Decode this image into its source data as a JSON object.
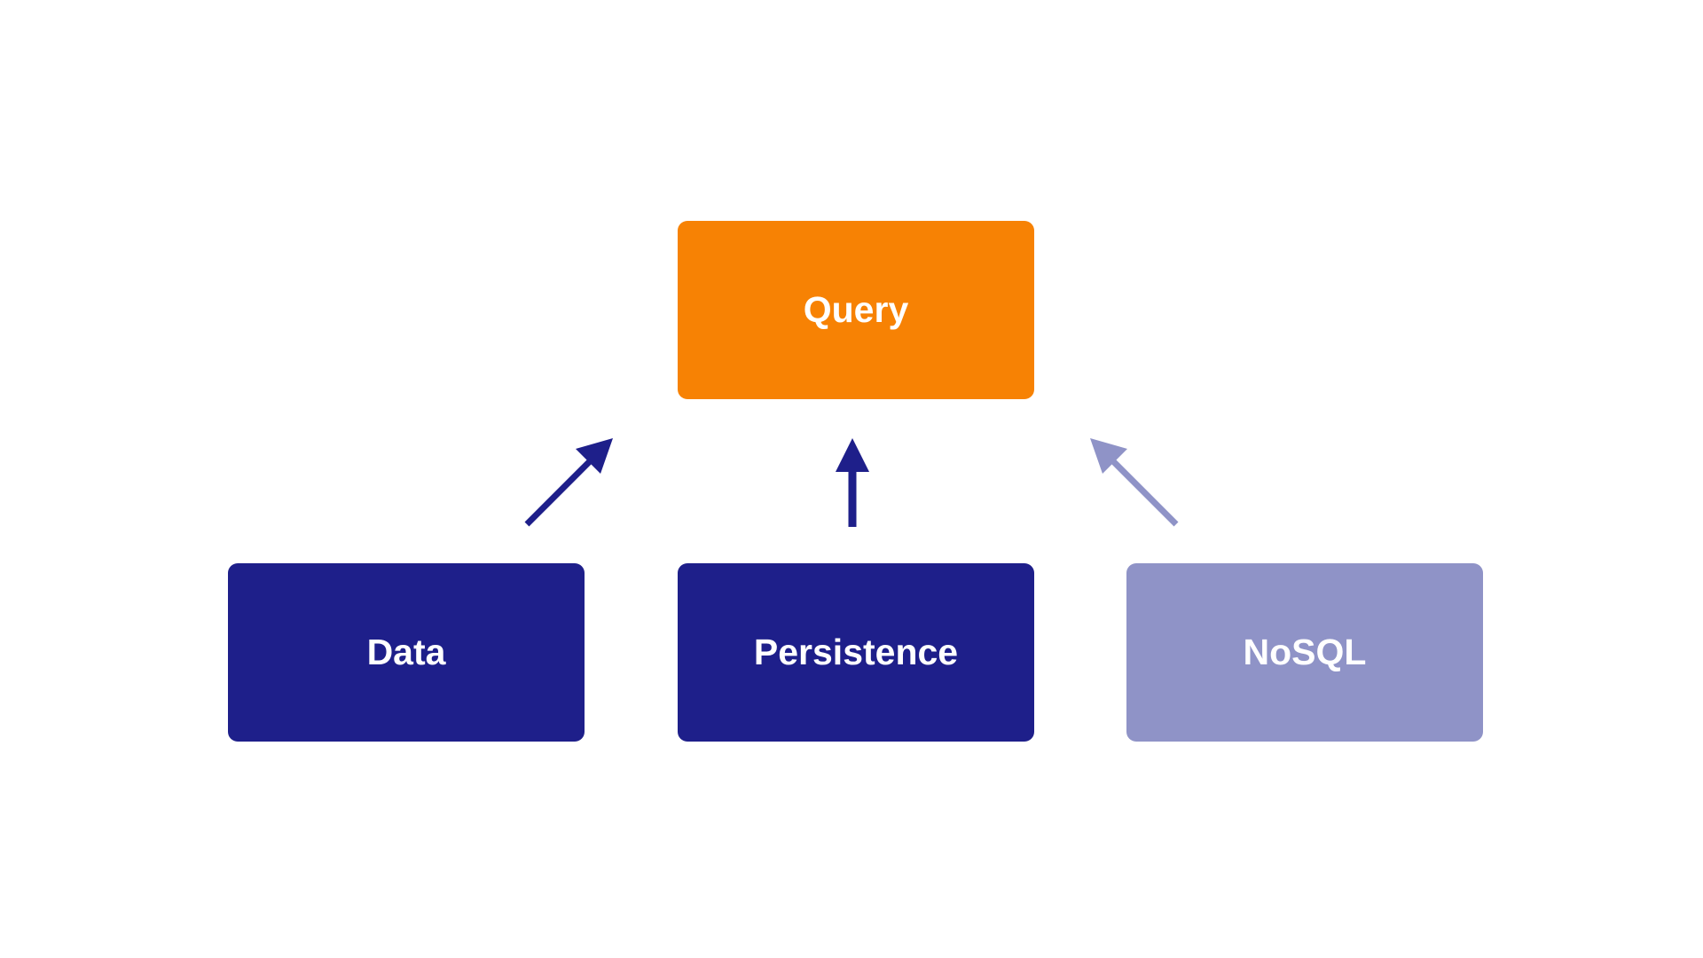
{
  "diagram": {
    "boxes": {
      "query": {
        "label": "Query",
        "color": "#F78204"
      },
      "data": {
        "label": "Data",
        "color": "#1E1F8A"
      },
      "persistence": {
        "label": "Persistence",
        "color": "#1E1F8A"
      },
      "nosql": {
        "label": "NoSQL",
        "color": "#8F93C7"
      }
    },
    "edges": [
      {
        "from": "Data",
        "to": "Query",
        "color": "#1E1F8A"
      },
      {
        "from": "Persistence",
        "to": "Query",
        "color": "#1E1F8A"
      },
      {
        "from": "NoSQL",
        "to": "Query",
        "color": "#8F93C7"
      }
    ]
  }
}
